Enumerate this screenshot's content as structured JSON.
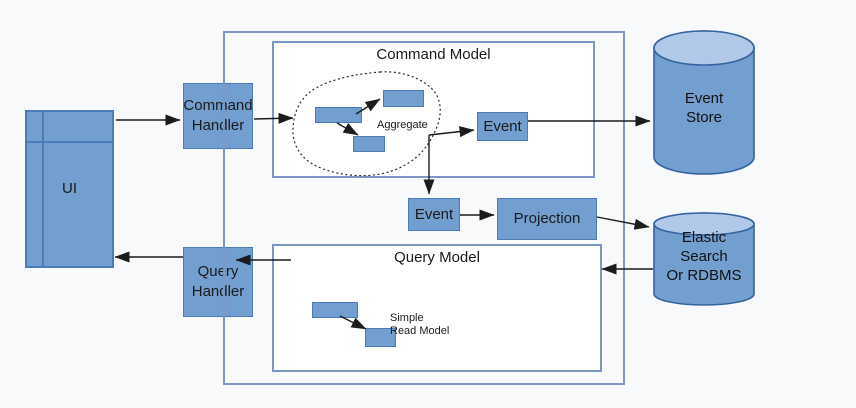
{
  "containers": {
    "command_model_title": "Command Model",
    "query_model_title": "Query Model"
  },
  "nodes": {
    "ui": "UI",
    "command_handler": "Command\nHandler",
    "query_handler": "Query\nHandler",
    "event_top": "Event",
    "event_mid": "Event",
    "projection": "Projection",
    "event_store": "Event\nStore",
    "elastic_store": "Elastic\nSearch\nOr RDBMS"
  },
  "annotations": {
    "aggregate": "Aggregate",
    "simple_read_model": "Simple\nRead Model"
  },
  "colors": {
    "node_fill": "#729fcf",
    "node_border": "#4a7cb8",
    "cylinder_top_fill": "#b1c9e8",
    "cylinder_border": "#35639f",
    "container_border": "#7b98c4",
    "arrow": "#1c1c1c",
    "background": "#f7f9fb"
  }
}
